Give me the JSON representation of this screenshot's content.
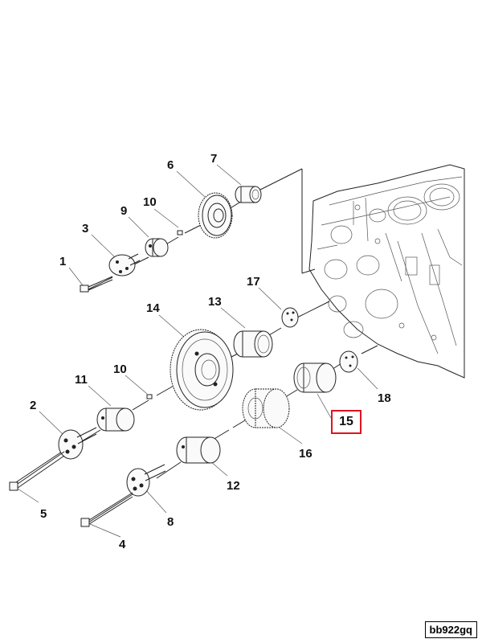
{
  "diagram": {
    "callouts": [
      {
        "id": "1",
        "label": "1"
      },
      {
        "id": "2",
        "label": "2"
      },
      {
        "id": "3",
        "label": "3"
      },
      {
        "id": "4",
        "label": "4"
      },
      {
        "id": "5",
        "label": "5"
      },
      {
        "id": "6",
        "label": "6"
      },
      {
        "id": "7",
        "label": "7"
      },
      {
        "id": "8",
        "label": "8"
      },
      {
        "id": "9",
        "label": "9"
      },
      {
        "id": "10a",
        "label": "10"
      },
      {
        "id": "10b",
        "label": "10"
      },
      {
        "id": "11",
        "label": "11"
      },
      {
        "id": "12",
        "label": "12"
      },
      {
        "id": "13",
        "label": "13"
      },
      {
        "id": "14",
        "label": "14"
      },
      {
        "id": "15",
        "label": "15"
      },
      {
        "id": "16",
        "label": "16"
      },
      {
        "id": "17",
        "label": "17"
      },
      {
        "id": "18",
        "label": "18"
      }
    ],
    "highlight_color": "#e0141e",
    "image_id": "bb922gq"
  }
}
